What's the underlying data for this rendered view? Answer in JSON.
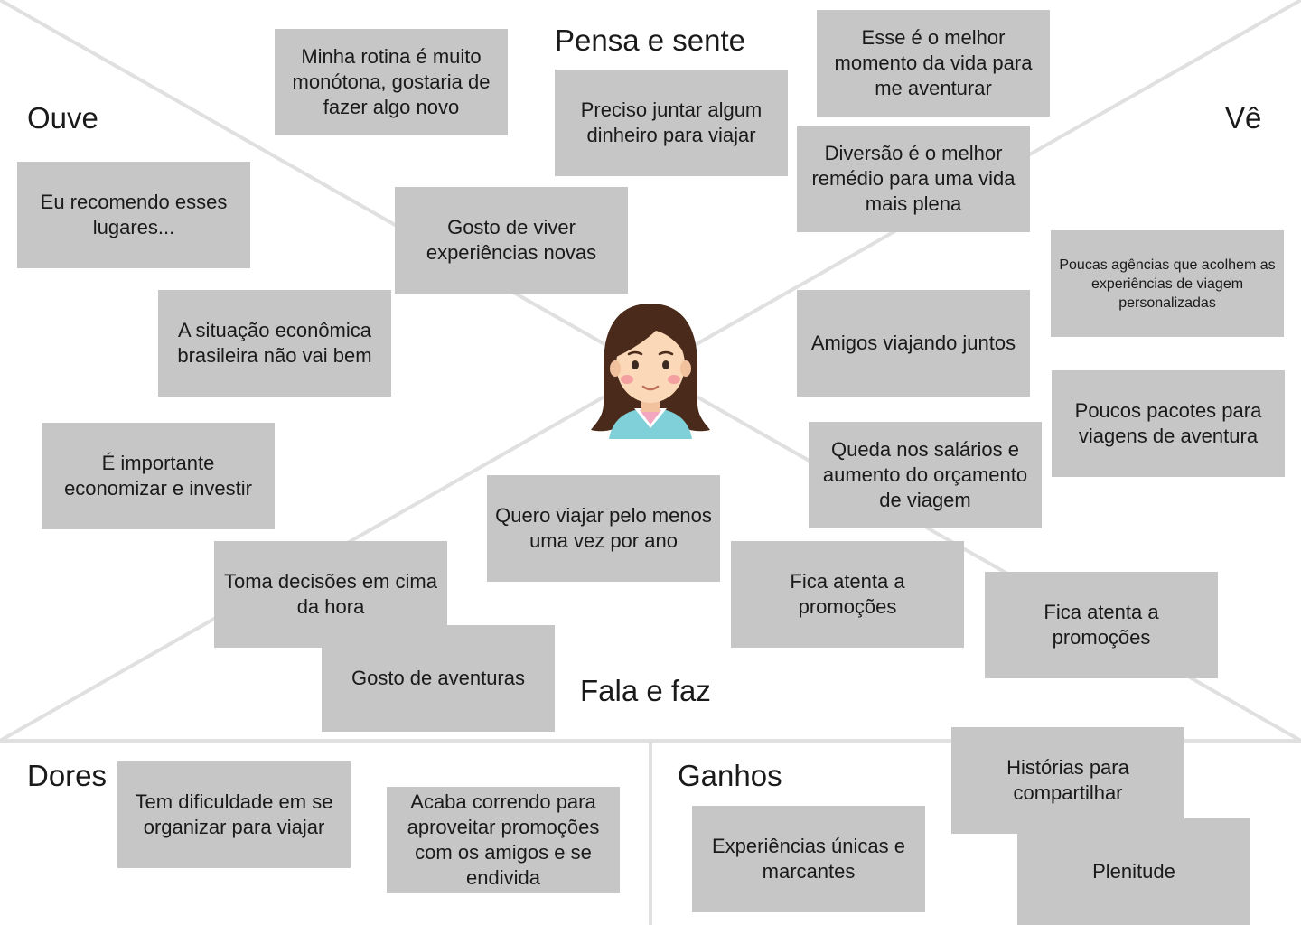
{
  "quadrants": {
    "thinks": "Pensa e sente",
    "hears": "Ouve",
    "sees": "Vê",
    "says": "Fala e faz",
    "pains": "Dores",
    "gains": "Ganhos"
  },
  "notes": {
    "thinks_1": "Minha rotina é muito monótona, gostaria de fazer algo novo",
    "thinks_2": "Preciso juntar algum dinheiro para viajar",
    "thinks_3": "Esse é o melhor momento da vida para me aventurar",
    "thinks_4": "Diversão é o melhor remédio para uma vida mais plena",
    "thinks_5": "Gosto de viver experiências novas",
    "hears_1": "Eu recomendo esses lugares...",
    "hears_2": "A situação econômica brasileira não vai bem",
    "hears_3": "É importante economizar e investir",
    "sees_1": "Poucas agências que acolhem as experiências de viagem personalizadas",
    "sees_2": "Amigos viajando juntos",
    "sees_3": "Poucos pacotes para viagens de aventura",
    "sees_4": "Queda nos salários e aumento do orçamento de viagem",
    "says_1": "Quero viajar pelo menos uma vez por ano",
    "says_2": "Toma decisões em cima da hora",
    "says_3": "Gosto de aventuras",
    "says_4": "Fica atenta a promoções",
    "says_5": "Fica atenta a promoções",
    "pains_1": "Tem dificuldade em se organizar para viajar",
    "pains_2": "Acaba correndo para aproveitar promoções com os amigos e se endivida",
    "gains_1": "Histórias para compartilhar",
    "gains_2": "Experiências únicas e marcantes",
    "gains_3": "Plenitude"
  },
  "colors": {
    "note_background": "#c6c6c6",
    "divider_lines": "#e0e0e0",
    "hair": "#4a2a1a",
    "skin": "#fbd8b8",
    "shirt": "#7fd0d8"
  },
  "icons": {
    "center": "persona-avatar-icon"
  }
}
